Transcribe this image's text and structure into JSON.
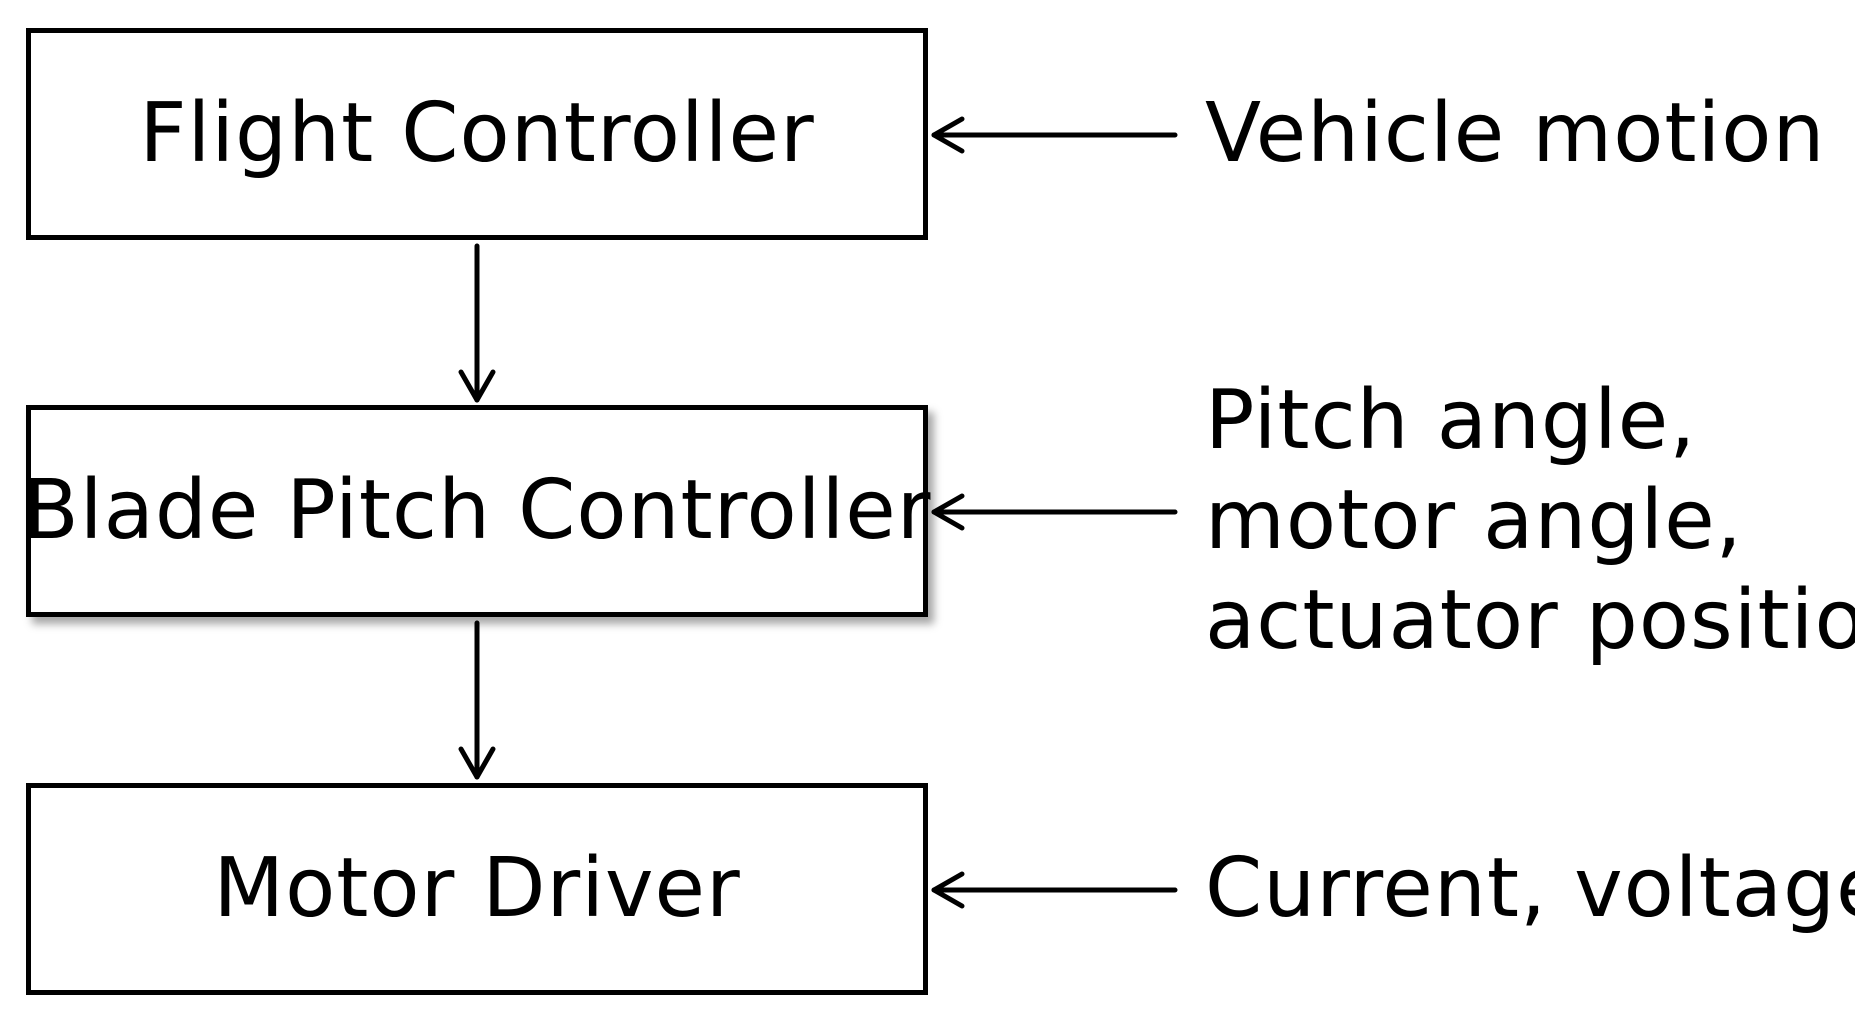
{
  "diagram": {
    "boxes": [
      {
        "label": "Flight Controller"
      },
      {
        "label": "Blade Pitch Controller"
      },
      {
        "label": "Motor Driver"
      }
    ],
    "inputs": [
      {
        "lines": [
          "Vehicle motion"
        ]
      },
      {
        "lines": [
          "Pitch angle,",
          "motor angle,",
          "actuator position"
        ]
      },
      {
        "lines": [
          "Current, voltage"
        ]
      }
    ],
    "colors": {
      "stroke": "#000000",
      "background": "#ffffff"
    }
  }
}
